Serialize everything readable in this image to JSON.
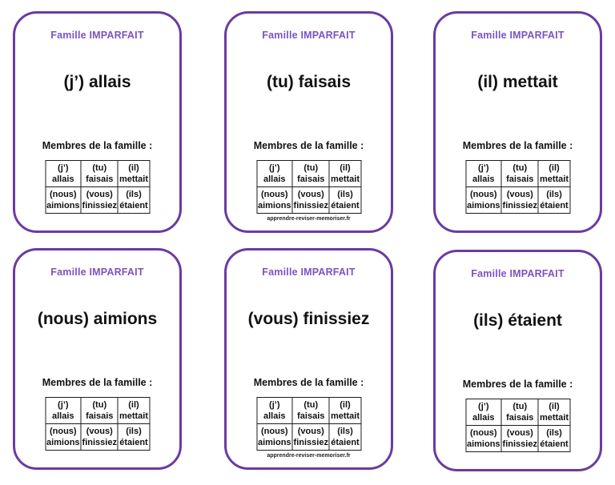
{
  "colors": {
    "card_border": "#6b3aa2",
    "header_text": "#7d52c2",
    "body_text": "#111111",
    "table_border": "#1c1c1c",
    "background": "#ffffff"
  },
  "labels": {
    "family": "Famille IMPARFAIT",
    "members": "Membres de la famille :",
    "site": "apprendre-reviser-memoriser.fr"
  },
  "member_cells": [
    {
      "pronoun": "(j’)",
      "verb": "allais"
    },
    {
      "pronoun": "(tu)",
      "verb": "faisais"
    },
    {
      "pronoun": "(il)",
      "verb": "mettait"
    },
    {
      "pronoun": "(nous)",
      "verb": "aimions"
    },
    {
      "pronoun": "(vous)",
      "verb": "finissiez"
    },
    {
      "pronoun": "(ils)",
      "verb": "étaient"
    }
  ],
  "cards": [
    {
      "title": "(j’) allais",
      "has_site_footer": false
    },
    {
      "title": "(tu) faisais",
      "has_site_footer": true
    },
    {
      "title": "(il) mettait",
      "has_site_footer": false
    },
    {
      "title": "(nous) aimions",
      "has_site_footer": false
    },
    {
      "title": "(vous) finissiez",
      "has_site_footer": true
    },
    {
      "title": "(ils) étaient",
      "has_site_footer": false
    }
  ]
}
